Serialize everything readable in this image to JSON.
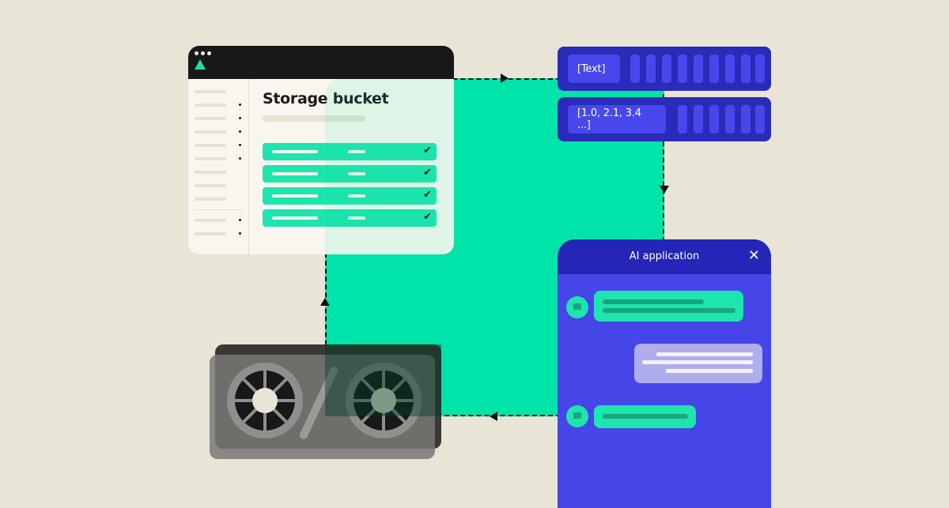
{
  "storage_window": {
    "title": "Storage bucket",
    "rows": [
      {
        "status": "✔"
      },
      {
        "status": "✔"
      },
      {
        "status": "✔"
      },
      {
        "status": "✔"
      }
    ]
  },
  "embedding": {
    "text_label": "[Text]",
    "vector_label": "[1.0, 2.1, 3.4 ...]"
  },
  "ai_app": {
    "title": "AI application",
    "close_icon": "✕"
  },
  "colors": {
    "background": "#e8e4d6",
    "green": "#00e3a9",
    "blue": "#4646e8",
    "dark_blue": "#2525b8",
    "black": "#181818"
  }
}
